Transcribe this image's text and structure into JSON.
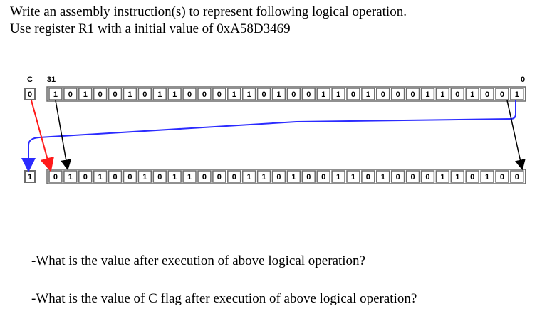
{
  "text": {
    "line1": "Write an assembly instruction(s) to represent following logical operation.",
    "line2": "Use register R1 with a initial value of 0xA58D3469",
    "question1": "-What is the value after execution of above logical operation?",
    "question2": "-What is the value of C flag after execution of above logical operation?"
  },
  "diagram": {
    "header_carry": "C",
    "header_msb": "31",
    "header_lsb": "0",
    "top_carry_bit": "0",
    "top_bits": [
      "1",
      "0",
      "1",
      "0",
      "0",
      "1",
      "0",
      "1",
      "1",
      "0",
      "0",
      "0",
      "1",
      "1",
      "0",
      "1",
      "0",
      "0",
      "1",
      "1",
      "0",
      "1",
      "0",
      "0",
      "0",
      "1",
      "1",
      "0",
      "1",
      "0",
      "0",
      "1"
    ],
    "bottom_carry_bit": "1",
    "bottom_bits": [
      "0",
      "1",
      "0",
      "1",
      "0",
      "0",
      "1",
      "0",
      "1",
      "1",
      "0",
      "0",
      "0",
      "1",
      "1",
      "0",
      "1",
      "0",
      "0",
      "1",
      "1",
      "0",
      "1",
      "0",
      "0",
      "0",
      "1",
      "1",
      "0",
      "1",
      "0",
      "0"
    ],
    "colors": {
      "box_border": "#6b6b6b",
      "blue_arrow": "#2b2bff",
      "red_arrow": "#ff1a1a",
      "black_arrow": "#000000"
    }
  }
}
